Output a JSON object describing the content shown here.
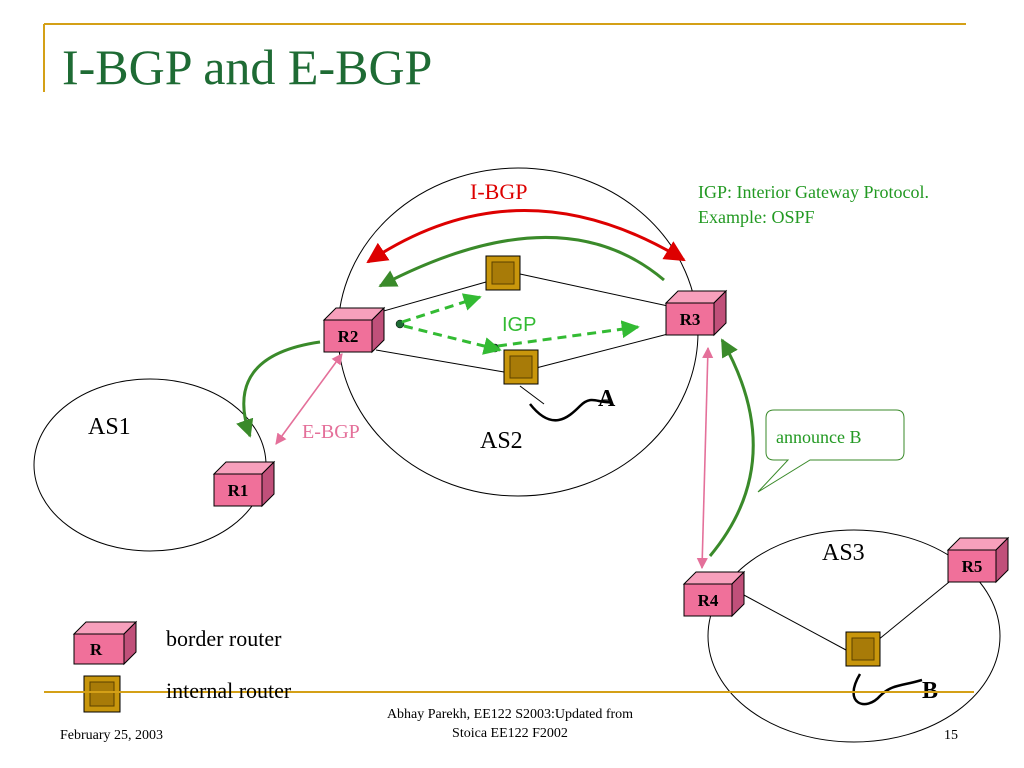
{
  "slide": {
    "title": "I-BGP and E-BGP",
    "footer_date": "February 25, 2003",
    "footer_credit_line1": "Abhay Parekh, EE122 S2003:Updated from",
    "footer_credit_line2": "Stoica EE122 F2002",
    "page_number": "15"
  },
  "diagram": {
    "as_labels": {
      "as1": "AS1",
      "as2": "AS2",
      "as3": "AS3"
    },
    "routers": {
      "r1": "R1",
      "r2": "R2",
      "r3": "R3",
      "r4": "R4",
      "r5": "R5"
    },
    "edge_labels": {
      "ibgp": "I-BGP",
      "ebgp": "E-BGP",
      "igp": "IGP"
    },
    "host_labels": {
      "a": "A",
      "b": "B"
    },
    "igp_note_line1": "IGP: Interior Gateway Protocol.",
    "igp_note_line2": "Example: OSPF",
    "callout": "announce B",
    "colors": {
      "title": "#1e6b34",
      "rule": "#d4a017",
      "border_router": "#f0709a",
      "internal_router": "#c8960c",
      "ibgp": "#dd0000",
      "ebgp": "#e4709a",
      "bgp_flow": "#3a8a2a",
      "igp": "#33bb33",
      "note": "#229922"
    }
  },
  "legend": {
    "border_router_symbol": "R",
    "border_router_label": "border router",
    "internal_router_label": "internal router"
  }
}
